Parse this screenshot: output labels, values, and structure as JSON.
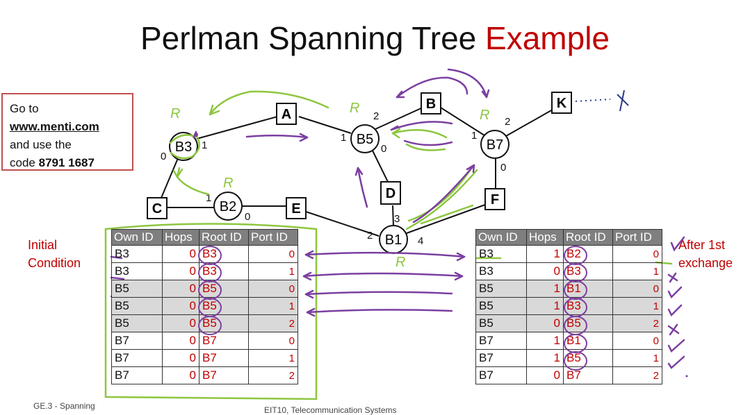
{
  "title": {
    "main": "Perlman Spanning Tree",
    "accent": "Example"
  },
  "menti_box": {
    "line1": "Go to",
    "link": "www.menti.com",
    "line3": "and use the",
    "code_prefix": "code",
    "code": "8791 1687"
  },
  "labels": {
    "initial": "Initial Condition",
    "after": "After 1st exchange"
  },
  "bridges": [
    "B3",
    "B5",
    "B7",
    "B2",
    "B1"
  ],
  "lans": [
    "A",
    "B",
    "K",
    "C",
    "E",
    "D",
    "F"
  ],
  "annotation": "R",
  "table_headers": [
    "Own ID",
    "Hops",
    "Root ID",
    "Port ID"
  ],
  "initial_table": [
    {
      "own": "B3",
      "hops": "0",
      "root": "B3",
      "port": "0"
    },
    {
      "own": "B3",
      "hops": "0",
      "root": "B3",
      "port": "1"
    },
    {
      "own": "B5",
      "hops": "0",
      "root": "B5",
      "port": "0"
    },
    {
      "own": "B5",
      "hops": "0",
      "root": "B5",
      "port": "1"
    },
    {
      "own": "B5",
      "hops": "0",
      "root": "B5",
      "port": "2"
    },
    {
      "own": "B7",
      "hops": "0",
      "root": "B7",
      "port": "0"
    },
    {
      "own": "B7",
      "hops": "0",
      "root": "B7",
      "port": "1"
    },
    {
      "own": "B7",
      "hops": "0",
      "root": "B7",
      "port": "2"
    }
  ],
  "after_table": [
    {
      "own": "B3",
      "hops": "1",
      "root": "B2",
      "port": "0"
    },
    {
      "own": "B3",
      "hops": "0",
      "root": "B3",
      "port": "1"
    },
    {
      "own": "B5",
      "hops": "1",
      "root": "B1",
      "port": "0"
    },
    {
      "own": "B5",
      "hops": "1",
      "root": "B3",
      "port": "1"
    },
    {
      "own": "B5",
      "hops": "0",
      "root": "B5",
      "port": "2"
    },
    {
      "own": "B7",
      "hops": "1",
      "root": "B1",
      "port": "0"
    },
    {
      "own": "B7",
      "hops": "1",
      "root": "B5",
      "port": "1"
    },
    {
      "own": "B7",
      "hops": "0",
      "root": "B7",
      "port": "2"
    }
  ],
  "footer": {
    "left": "GE.3 - Spanning",
    "center": "EIT10, Telecommunication Systems"
  },
  "colors": {
    "accent": "#c00000",
    "header_gray": "#7f7f7f",
    "shade": "#d9d9d9",
    "pen_green": "#8dc63f",
    "pen_purple": "#7b3fa0"
  }
}
